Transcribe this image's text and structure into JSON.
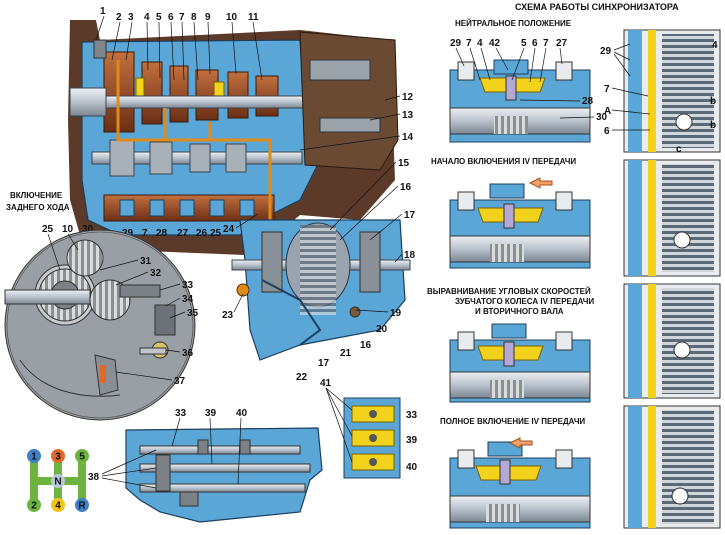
{
  "texts": {
    "sync_title": "СХЕМА РАБОТЫ СИНХРОНИЗАТОРА",
    "step_neutral": "НЕЙТРАЛЬНОЕ ПОЛОЖЕНИЕ",
    "step_start": "НАЧАЛО ВКЛЮЧЕНИЯ IV ПЕРЕДАЧИ",
    "step_align_1": "ВЫРАВНИВАНИЕ УГЛОВЫХ СКОРОСТЕЙ",
    "step_align_2": "ЗУБЧАТОГО КОЛЕСА IV ПЕРЕДАЧИ",
    "step_align_3": "И ВТОРИЧНОГО ВАЛА",
    "step_full": "ПОЛНОЕ ВКЛЮЧЕНИЕ IV ПЕРЕДАЧИ",
    "reverse_1": "ВКЛЮЧЕНИЕ",
    "reverse_2": "ЗАДНЕГО ХОДА"
  },
  "callouts": {
    "main_top": [
      "1",
      "2",
      "3",
      "4",
      "5",
      "6",
      "7",
      "8",
      "9",
      "10",
      "11"
    ],
    "main_right": [
      "12",
      "13",
      "14",
      "15",
      "16",
      "17",
      "18",
      "19",
      "20",
      "21",
      "16",
      "22",
      "17",
      "23",
      "24"
    ],
    "main_bottom": [
      "29",
      "7",
      "28",
      "27",
      "26",
      "25",
      "30"
    ],
    "reverse": [
      "25",
      "10",
      "31",
      "32",
      "33",
      "34",
      "35",
      "36",
      "37"
    ],
    "rods": [
      "33",
      "39",
      "40",
      "38"
    ],
    "forks": [
      "41",
      "33",
      "39",
      "40"
    ],
    "sync_neutral": [
      "29",
      "7",
      "4",
      "42",
      "5",
      "6",
      "7",
      "27",
      "28",
      "30"
    ],
    "side_view": [
      "29",
      "4",
      "7",
      "A",
      "6",
      "b",
      "b",
      "c"
    ]
  },
  "shift_pattern": {
    "gears": [
      "1",
      "3",
      "5",
      "N",
      "2",
      "4",
      "R"
    ]
  },
  "colors": {
    "casing_blue": "#5aa6d6",
    "shaft_steel": "#c9cfd6",
    "gear_brown": "#9a4a2a",
    "sync_yellow": "#f2d21b",
    "oil_orange": "#e08a1a",
    "shift_green": "#6cb33f",
    "shift_yellow": "#f0c419",
    "shift_red": "#e06a2a",
    "shift_blue": "#3f7fc8"
  },
  "icons": [
    "arrow-left-icon"
  ]
}
